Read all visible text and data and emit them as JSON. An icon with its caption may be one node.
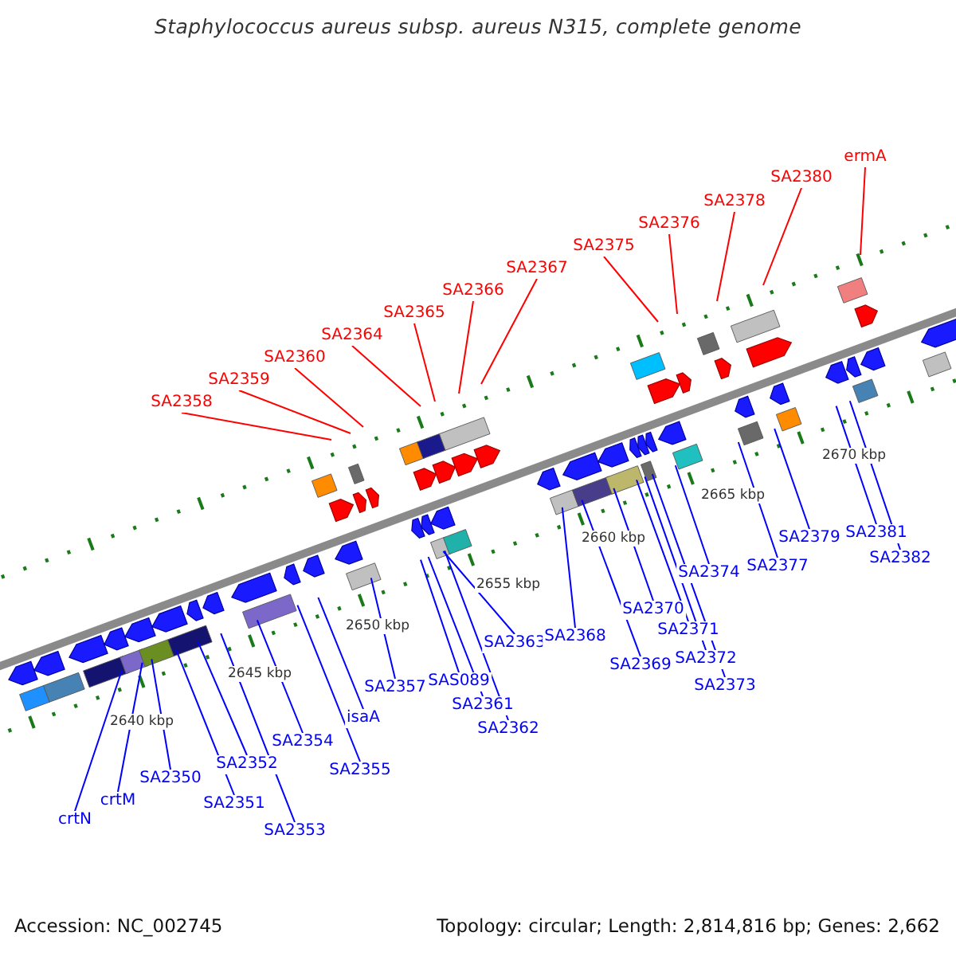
{
  "diagram": {
    "title": "Staphylococcus aureus subsp. aureus N315, complete genome",
    "nodes": [
      {
        "text": [
          "SA2358"
        ]
      },
      {
        "text": [
          "SA2359"
        ]
      },
      {
        "text": [
          "SA2360"
        ]
      },
      {
        "text": [
          "SA2364"
        ]
      },
      {
        "text": [
          "SA2365"
        ]
      },
      {
        "text": [
          "SA2366"
        ]
      },
      {
        "text": [
          "SA2367"
        ]
      },
      {
        "text": [
          "SA2375"
        ]
      },
      {
        "text": [
          "SA2376"
        ]
      },
      {
        "text": [
          "SA2378"
        ]
      },
      {
        "text": [
          "SA2380"
        ]
      },
      {
        "text": [
          "ermA"
        ]
      },
      {
        "text": [
          "crtN"
        ]
      },
      {
        "text": [
          "crtM"
        ]
      },
      {
        "text": [
          "SA2350"
        ]
      },
      {
        "text": [
          "SA2351"
        ]
      },
      {
        "text": [
          "SA2352"
        ]
      },
      {
        "text": [
          "SA2353"
        ]
      },
      {
        "text": [
          "SA2354"
        ]
      },
      {
        "text": [
          "SA2355"
        ]
      },
      {
        "text": [
          "isaA"
        ]
      },
      {
        "text": [
          "SA2357"
        ]
      },
      {
        "text": [
          "SAS089"
        ]
      },
      {
        "text": [
          "SA2361"
        ]
      },
      {
        "text": [
          "SA2362"
        ]
      },
      {
        "text": [
          "SA2363"
        ]
      },
      {
        "text": [
          "SA2368"
        ]
      },
      {
        "text": [
          "SA2369"
        ]
      },
      {
        "text": [
          "SA2370"
        ]
      },
      {
        "text": [
          "SA2371"
        ]
      },
      {
        "text": [
          "SA2372"
        ]
      },
      {
        "text": [
          "SA2373"
        ]
      },
      {
        "text": [
          "SA2374"
        ]
      },
      {
        "text": [
          "SA2377"
        ]
      },
      {
        "text": [
          "SA2379"
        ]
      },
      {
        "text": [
          "SA2381"
        ]
      },
      {
        "text": [
          "SA2382"
        ]
      }
    ],
    "edges": [
      {
        "from": 0,
        "to": null,
        "arrow": "none",
        "color": "#ff0000"
      },
      {
        "from": 1,
        "to": null,
        "arrow": "none",
        "color": "#ff0000"
      },
      {
        "from": 2,
        "to": null,
        "arrow": "none",
        "color": "#ff0000"
      },
      {
        "from": 3,
        "to": null,
        "arrow": "none",
        "color": "#ff0000"
      },
      {
        "from": 4,
        "to": null,
        "arrow": "none",
        "color": "#ff0000"
      },
      {
        "from": 5,
        "to": null,
        "arrow": "none",
        "color": "#ff0000"
      },
      {
        "from": 6,
        "to": null,
        "arrow": "none",
        "color": "#ff0000"
      },
      {
        "from": 7,
        "to": null,
        "arrow": "none",
        "color": "#ff0000"
      },
      {
        "from": 8,
        "to": null,
        "arrow": "none",
        "color": "#ff0000"
      },
      {
        "from": 9,
        "to": null,
        "arrow": "none",
        "color": "#ff0000"
      },
      {
        "from": 10,
        "to": null,
        "arrow": "none",
        "color": "#ff0000"
      },
      {
        "from": 11,
        "to": null,
        "arrow": "none",
        "color": "#ff0000"
      },
      {
        "from": 12,
        "to": null,
        "arrow": "none"
      },
      {
        "from": 13,
        "to": null,
        "arrow": "none"
      },
      {
        "from": 14,
        "to": null,
        "arrow": "none"
      },
      {
        "from": 15,
        "to": null,
        "arrow": "none"
      },
      {
        "from": 16,
        "to": null,
        "arrow": "none"
      },
      {
        "from": 17,
        "to": null,
        "arrow": "none"
      },
      {
        "from": 18,
        "to": null,
        "arrow": "none"
      },
      {
        "from": 19,
        "to": null,
        "arrow": "none"
      },
      {
        "from": 20,
        "to": null,
        "arrow": "none"
      },
      {
        "from": 21,
        "to": null,
        "arrow": "none"
      },
      {
        "from": 22,
        "to": null,
        "arrow": "none"
      },
      {
        "from": 23,
        "to": null,
        "arrow": "none"
      },
      {
        "from": 24,
        "to": null,
        "arrow": "none"
      },
      {
        "from": 25,
        "to": null,
        "arrow": "none"
      },
      {
        "from": 26,
        "to": null,
        "arrow": "none"
      },
      {
        "from": 27,
        "to": null,
        "arrow": "none"
      },
      {
        "from": 28,
        "to": null,
        "arrow": "none"
      },
      {
        "from": 29,
        "to": null,
        "arrow": "none"
      },
      {
        "from": 30,
        "to": null,
        "arrow": "none"
      },
      {
        "from": 31,
        "to": null,
        "arrow": "none"
      },
      {
        "from": 32,
        "to": null,
        "arrow": "none"
      },
      {
        "from": 33,
        "to": null,
        "arrow": "none"
      },
      {
        "from": 34,
        "to": null,
        "arrow": "none"
      },
      {
        "from": 35,
        "to": null,
        "arrow": "none"
      },
      {
        "from": 36,
        "to": null,
        "arrow": "none"
      }
    ],
    "labels": [
      "2640 kbp",
      "2645 kbp",
      "2650 kbp",
      "2655 kbp",
      "2660 kbp",
      "2665 kbp",
      "2670 kbp",
      "Accession: NC_002745",
      "Topology: circular; Length: 2,814,816 bp; Genes: 2,662"
    ]
  }
}
